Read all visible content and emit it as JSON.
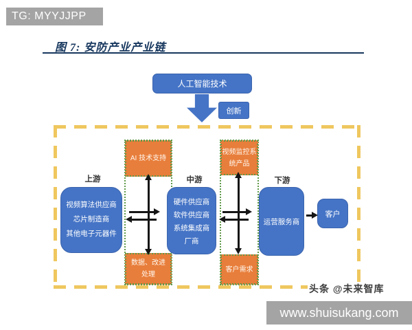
{
  "watermarks": {
    "top_banner": "TG: MYYJJPP",
    "bottom_banner": "www.shuisukang.com",
    "source_credit": "头条 @未来智库"
  },
  "figure": {
    "title": "图 7: 安防产业产业链"
  },
  "diagram": {
    "top_node": "人工智能技术",
    "innovation_label": "创新",
    "stage_labels": [
      "上游",
      "中游",
      "下游"
    ],
    "upstream_box": {
      "lines": [
        "视频算法供应商",
        "芯片制造商",
        "其他电子元器件"
      ]
    },
    "midstream_box": {
      "lines": [
        "硬件供应商",
        "软件供应商",
        "系统集成商",
        "厂商"
      ]
    },
    "downstream_box": "运营服务商",
    "customer_box": "客户",
    "column1": {
      "top": "AI 技术支持",
      "bottom_lines": [
        "数据、改进",
        "处理"
      ]
    },
    "column2": {
      "top": "视频监控系统产品",
      "bottom": "客户需求"
    }
  },
  "colors": {
    "box_blue": "#4574C6",
    "box_orange": "#E87E3B",
    "frame_dash_yellow": "#EFC75E",
    "column_dot_green": "#5E9948",
    "title_navy": "#17375E",
    "banner_gray": "#A4A4A4"
  }
}
